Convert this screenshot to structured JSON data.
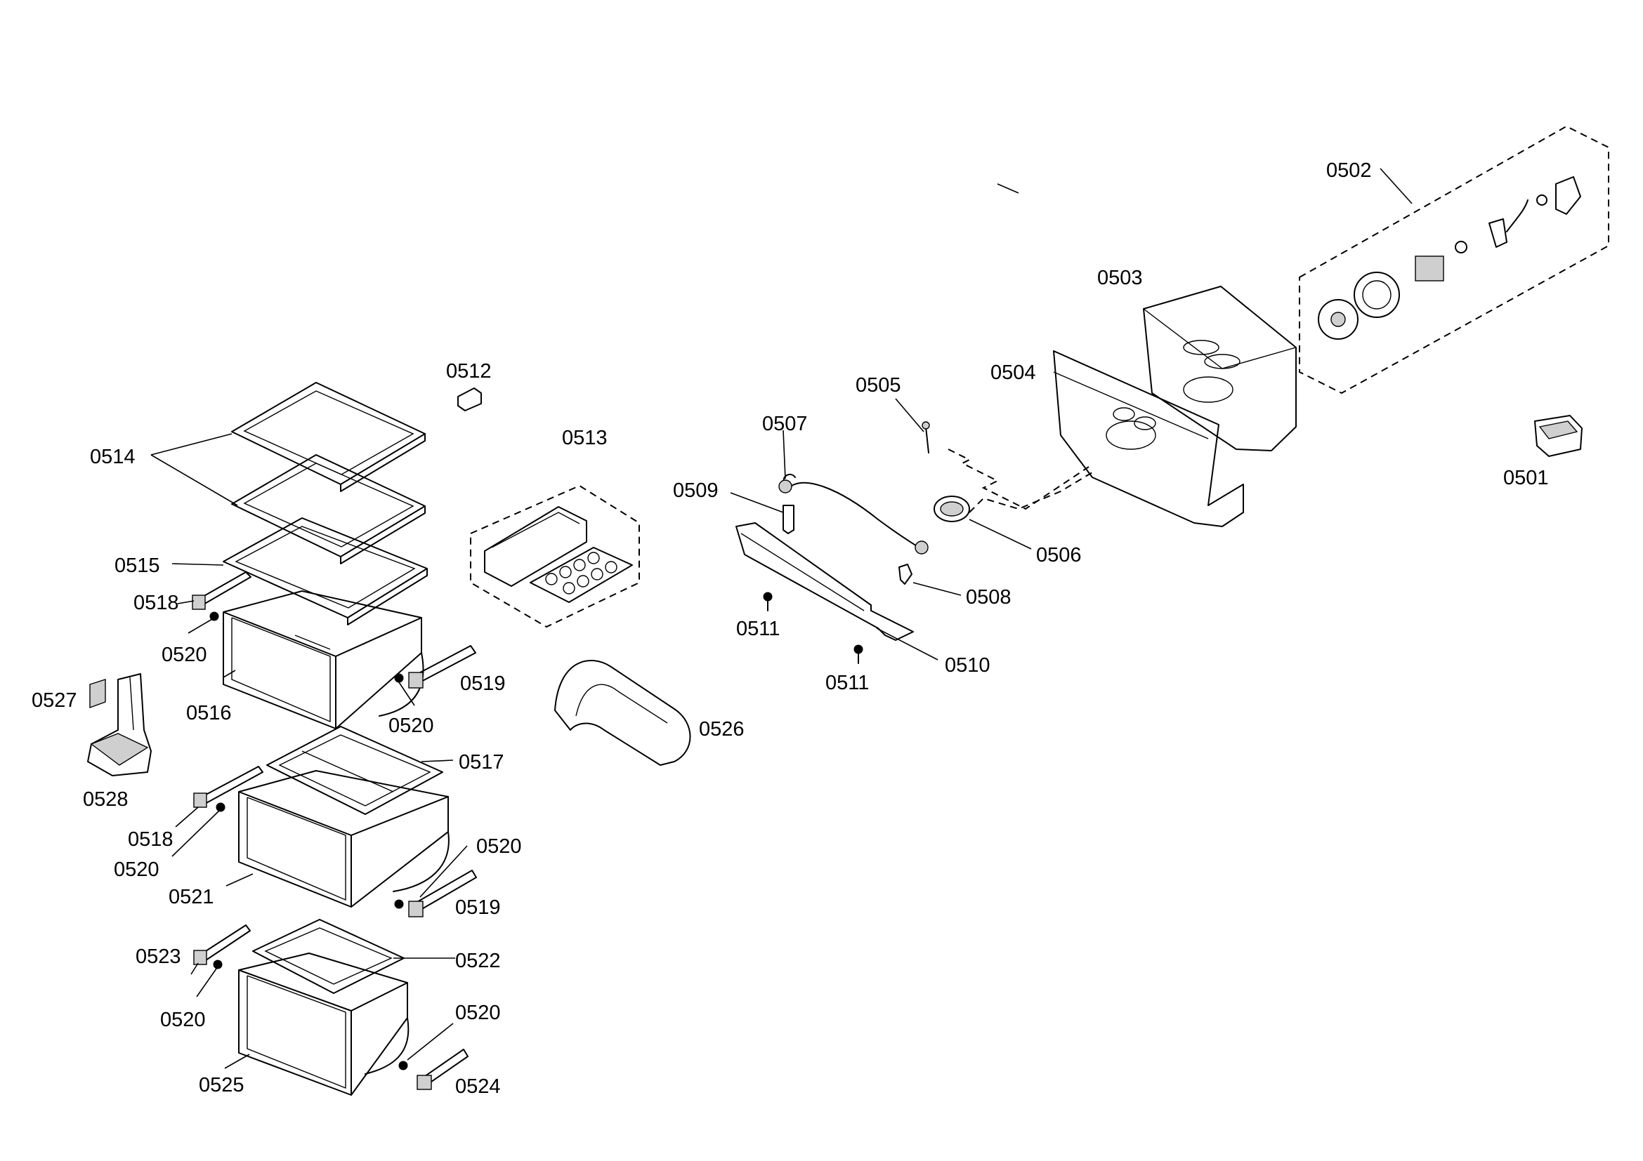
{
  "labels": {
    "p0501": "0501",
    "p0502": "0502",
    "p0503": "0503",
    "p0504": "0504",
    "p0505": "0505",
    "p0506": "0506",
    "p0507": "0507",
    "p0508": "0508",
    "p0509": "0509",
    "p0510": "0510",
    "p0511a": "0511",
    "p0511b": "0511",
    "p0512": "0512",
    "p0513": "0513",
    "p0514": "0514",
    "p0515": "0515",
    "p0516": "0516",
    "p0517": "0517",
    "p0518a": "0518",
    "p0518b": "0518",
    "p0519a": "0519",
    "p0519b": "0519",
    "p0520a": "0520",
    "p0520b": "0520",
    "p0520c": "0520",
    "p0520d": "0520",
    "p0520e": "0520",
    "p0520f": "0520",
    "p0521": "0521",
    "p0522": "0522",
    "p0523": "0523",
    "p0524": "0524",
    "p0525": "0525",
    "p0526": "0526",
    "p0527": "0527",
    "p0528": "0528"
  }
}
